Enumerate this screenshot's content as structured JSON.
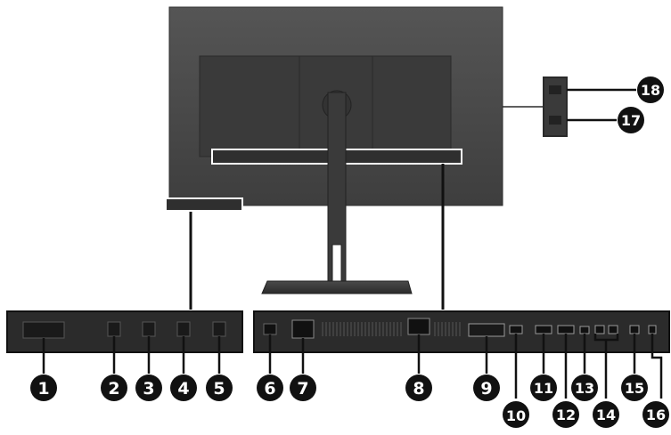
{
  "callouts": [
    {
      "id": "1",
      "label": "1"
    },
    {
      "id": "2",
      "label": "2"
    },
    {
      "id": "3",
      "label": "3"
    },
    {
      "id": "4",
      "label": "4"
    },
    {
      "id": "5",
      "label": "5"
    },
    {
      "id": "6",
      "label": "6"
    },
    {
      "id": "7",
      "label": "7"
    },
    {
      "id": "8",
      "label": "8"
    },
    {
      "id": "9",
      "label": "9"
    },
    {
      "id": "10",
      "label": "10"
    },
    {
      "id": "11",
      "label": "11"
    },
    {
      "id": "12",
      "label": "12"
    },
    {
      "id": "13",
      "label": "13"
    },
    {
      "id": "14",
      "label": "14"
    },
    {
      "id": "15",
      "label": "15"
    },
    {
      "id": "16",
      "label": "16"
    },
    {
      "id": "17",
      "label": "17"
    },
    {
      "id": "18",
      "label": "18"
    }
  ],
  "colors": {
    "monitor_body": "#4a4a4a",
    "monitor_panel": "#3c3c3c",
    "callout_fill": "#111111",
    "callout_text": "#ffffff",
    "detail_panel": "#2b2b2b"
  }
}
